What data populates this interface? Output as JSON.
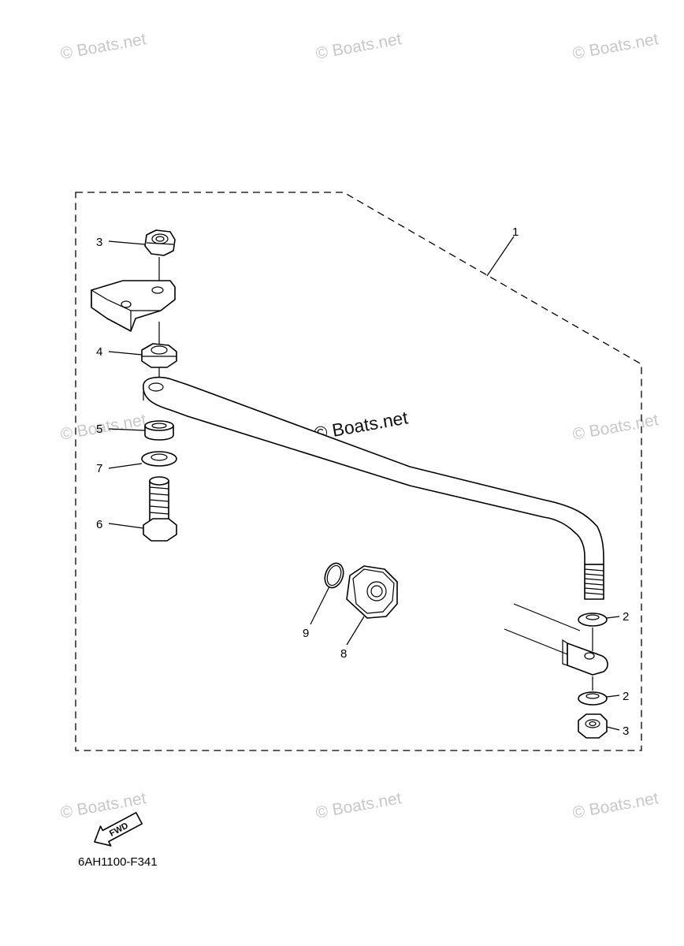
{
  "watermark": {
    "text": "© Boats.net"
  },
  "diagram": {
    "code": "6AH1100-F341",
    "fwd_label": "FWD",
    "callouts": [
      {
        "id": "c1",
        "label": "1"
      },
      {
        "id": "c2a",
        "label": "2"
      },
      {
        "id": "c2b",
        "label": "2"
      },
      {
        "id": "c3a",
        "label": "3"
      },
      {
        "id": "c3b",
        "label": "3"
      },
      {
        "id": "c4",
        "label": "4"
      },
      {
        "id": "c5",
        "label": "5"
      },
      {
        "id": "c6",
        "label": "6"
      },
      {
        "id": "c7",
        "label": "7"
      },
      {
        "id": "c8",
        "label": "8"
      },
      {
        "id": "c9",
        "label": "9"
      }
    ]
  }
}
